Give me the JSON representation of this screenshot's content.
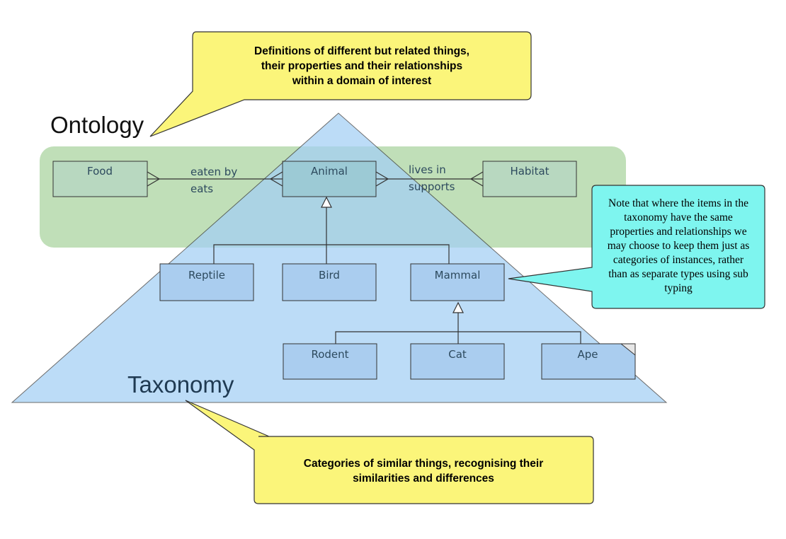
{
  "ontology": {
    "title": "Ontology",
    "callout_lines": [
      "Definitions of different but related things,",
      "their properties and their relationships",
      "within a domain of interest"
    ]
  },
  "taxonomy": {
    "title": "Taxonomy",
    "callout_lines": [
      "Categories of similar things, recognising their",
      "similarities and differences"
    ]
  },
  "entities": {
    "food": "Food",
    "animal": "Animal",
    "habitat": "Habitat",
    "reptile": "Reptile",
    "bird": "Bird",
    "mammal": "Mammal",
    "rodent": "Rodent",
    "cat": "Cat",
    "ape": "Ape"
  },
  "relationships": {
    "food_animal_top": "eaten by",
    "food_animal_bottom": "eats",
    "animal_habitat_top": "lives in",
    "animal_habitat_bottom": "supports"
  },
  "note_lines": [
    "Note that where the items in the",
    "taxonomy have the same",
    "properties and relationships we",
    "may choose to keep them just as",
    "categories of instances, rather",
    "than as separate types using sub",
    "typing"
  ],
  "colors": {
    "callout_fill": "#fbf57a",
    "note_fill": "#7ef5ef",
    "ontology_band": "#b9dcb0",
    "taxonomy_triangle": "#a3cff5",
    "entity_fill": "#b8d8c0",
    "subtype_fill": "#aacdef",
    "line": "#333333"
  }
}
